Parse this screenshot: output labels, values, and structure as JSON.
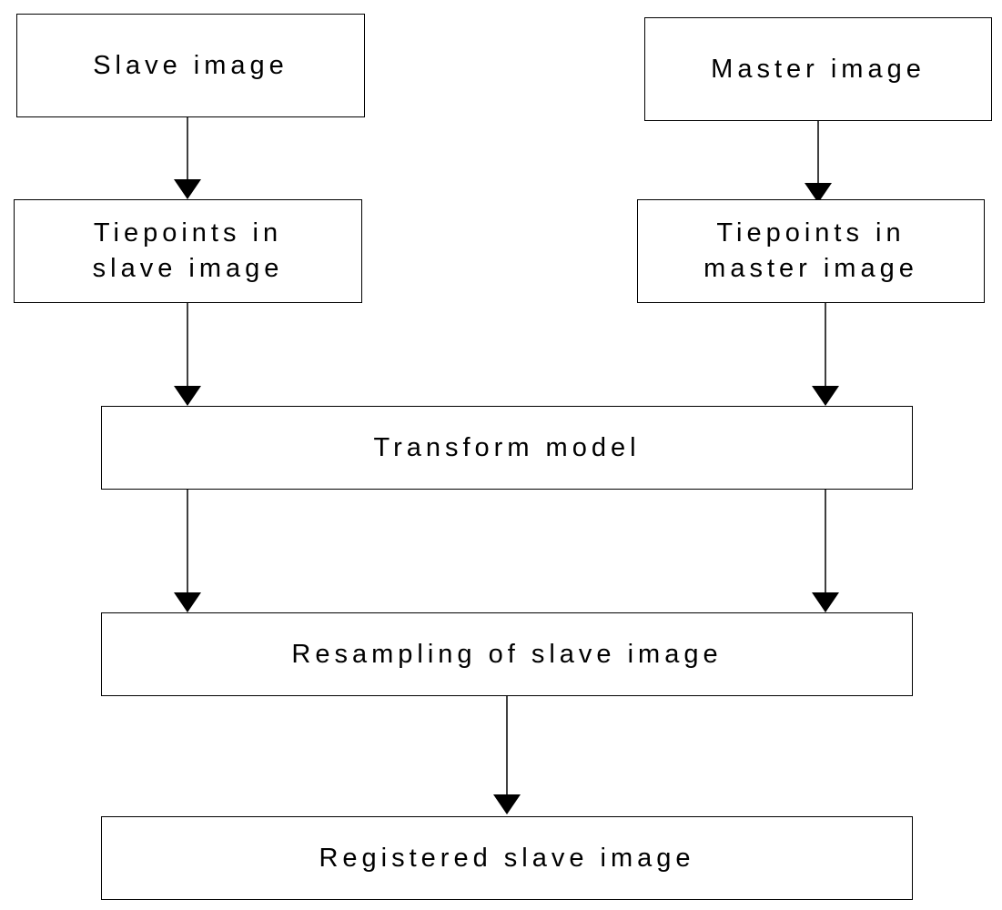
{
  "nodes": {
    "slave_image": {
      "label": "Slave image"
    },
    "master_image": {
      "label": "Master image"
    },
    "tiepoints_slave": {
      "line1": "Tiepoints in",
      "line2": "slave image"
    },
    "tiepoints_master": {
      "line1": "Tiepoints in",
      "line2": "master image"
    },
    "transform_model": {
      "label": "Transform model"
    },
    "resampling": {
      "label": "Resampling of slave image"
    },
    "registered": {
      "label": "Registered slave image"
    }
  },
  "edges": [
    {
      "from": "slave_image",
      "to": "tiepoints_slave"
    },
    {
      "from": "master_image",
      "to": "tiepoints_master"
    },
    {
      "from": "tiepoints_slave",
      "to": "transform_model"
    },
    {
      "from": "tiepoints_master",
      "to": "transform_model"
    },
    {
      "from": "transform_model",
      "to": "resampling"
    },
    {
      "from": "transform_model",
      "to": "resampling"
    },
    {
      "from": "resampling",
      "to": "registered"
    }
  ],
  "colors": {
    "stroke": "#000000",
    "background": "#ffffff"
  }
}
